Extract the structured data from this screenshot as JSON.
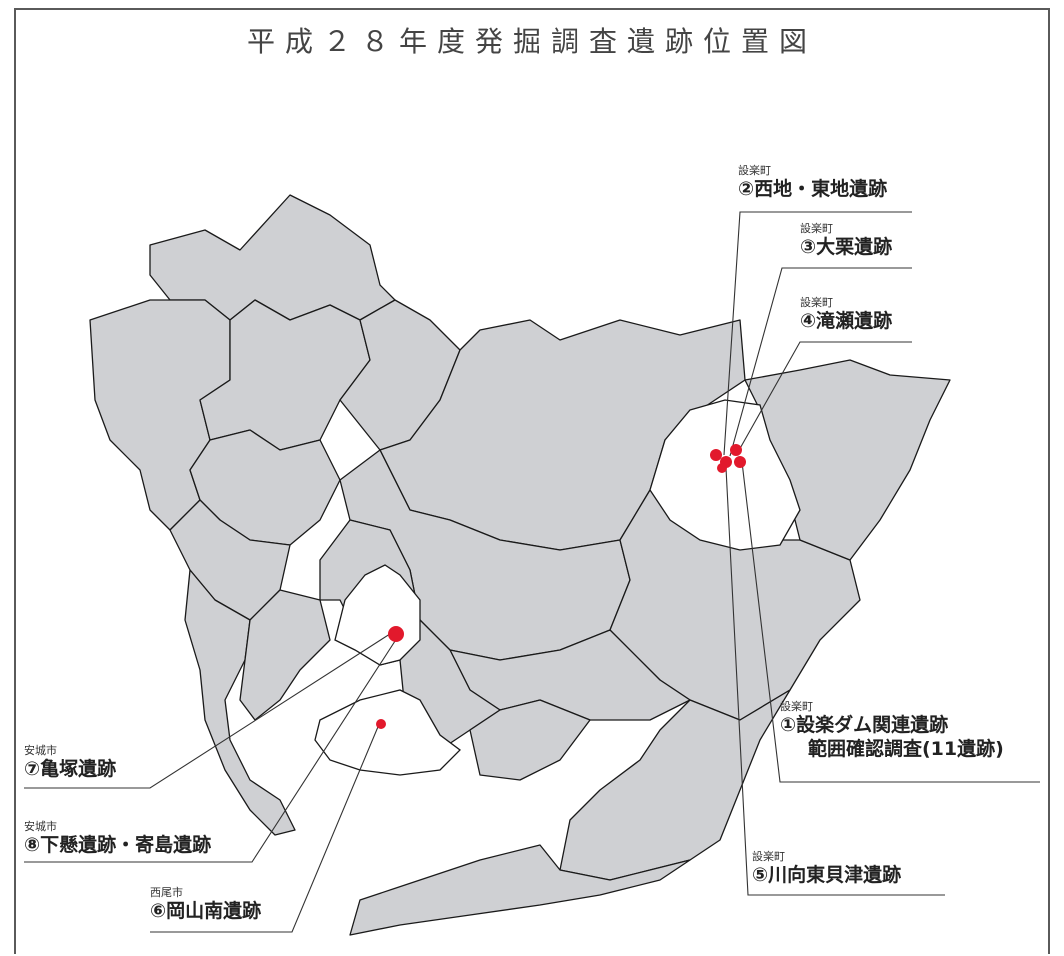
{
  "map": {
    "title": "平成２８年度発掘調査遺跡位置図",
    "colors": {
      "region_fill": "#cfd0d3",
      "region_stroke": "#1a1a1a",
      "highlight_fill": "#ffffff",
      "site_marker": "#e2192c",
      "leader_line": "#333333"
    },
    "sites": [
      {
        "municipality": "設楽町",
        "name": "①設楽ダム関連遺跡",
        "name_line2": "範囲確認調査(11遺跡)"
      },
      {
        "municipality": "設楽町",
        "name": "②西地・東地遺跡"
      },
      {
        "municipality": "設楽町",
        "name": "③大栗遺跡"
      },
      {
        "municipality": "設楽町",
        "name": "④滝瀬遺跡"
      },
      {
        "municipality": "設楽町",
        "name": "⑤川向東貝津遺跡"
      },
      {
        "municipality": "西尾市",
        "name": "⑥岡山南遺跡"
      },
      {
        "municipality": "安城市",
        "name": "⑦亀塚遺跡"
      },
      {
        "municipality": "安城市",
        "name": "⑧下懸遺跡・寄島遺跡"
      }
    ]
  }
}
